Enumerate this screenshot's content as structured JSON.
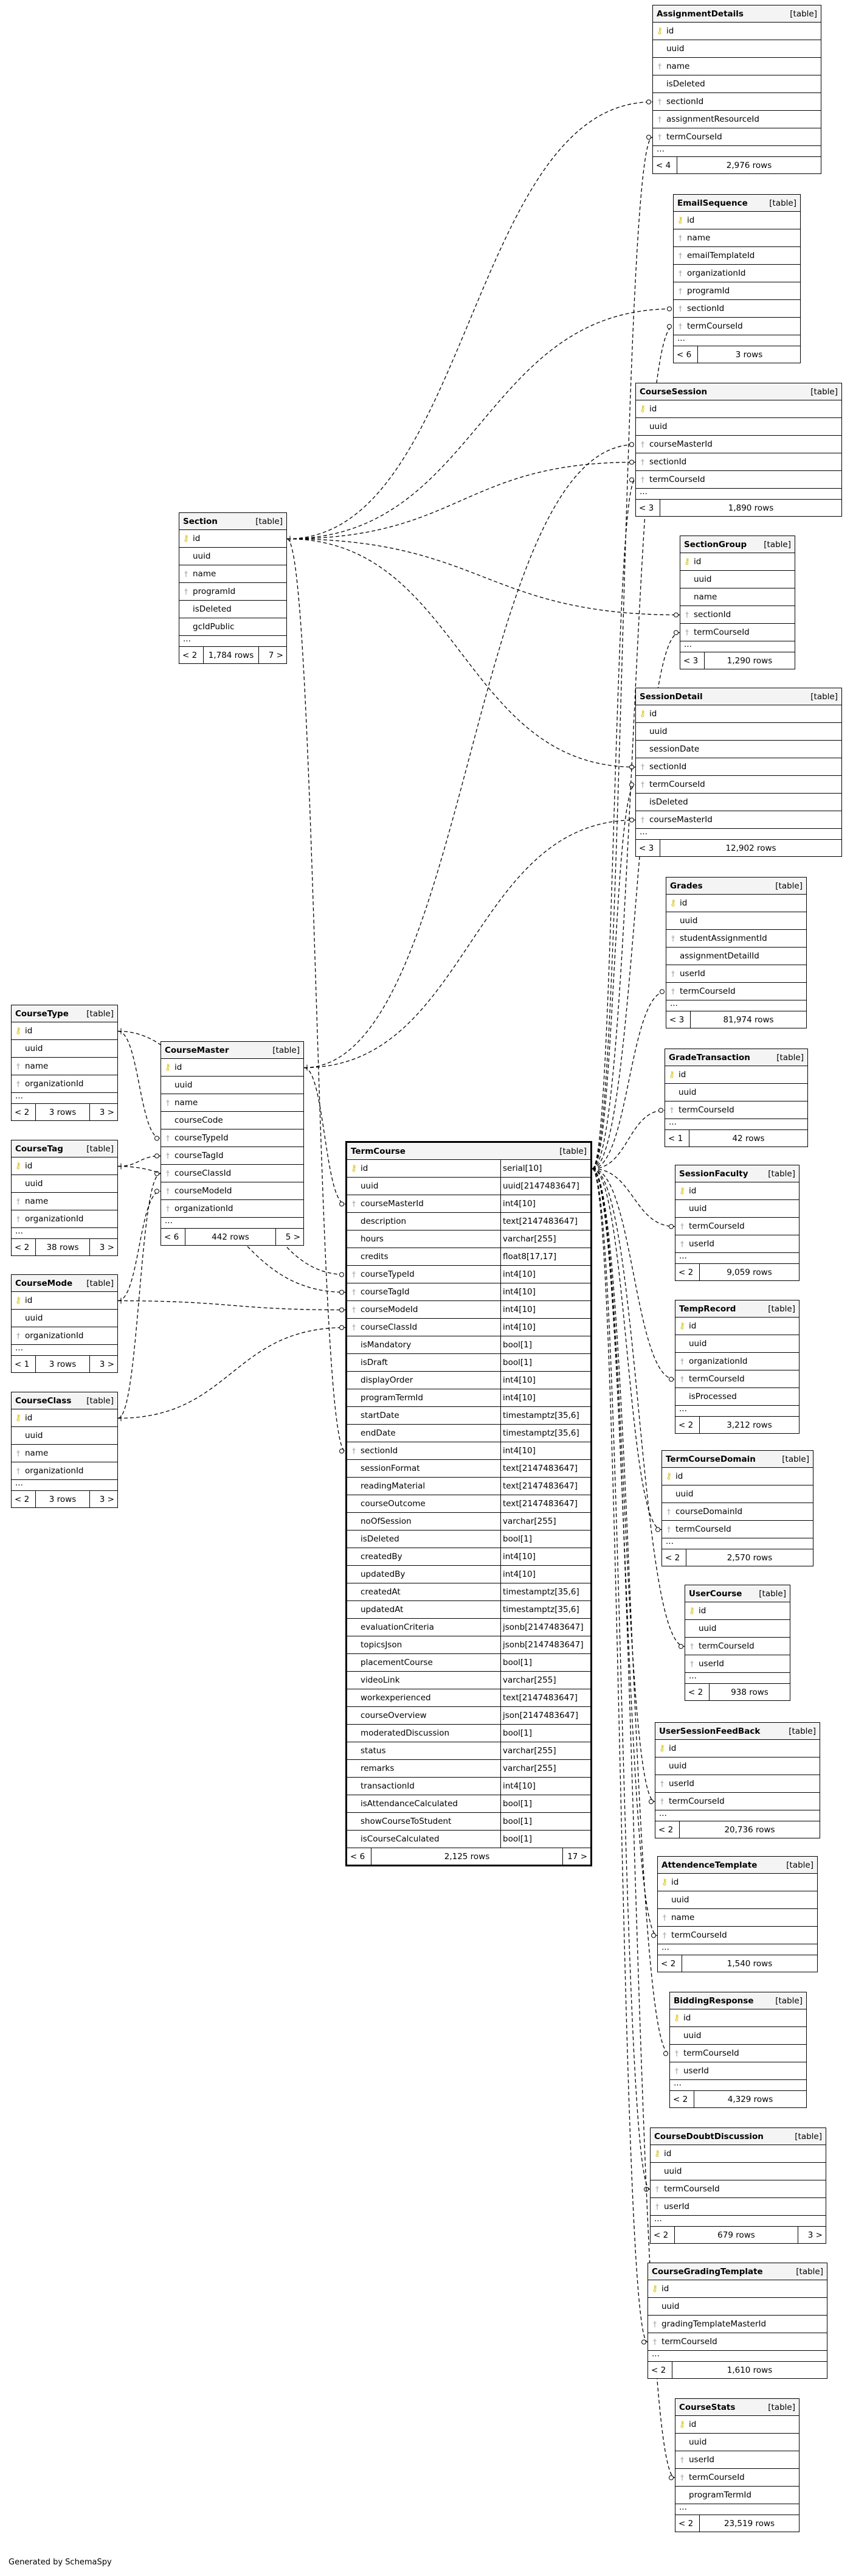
{
  "generated_by": "Generated by SchemaSpy",
  "ellipsis": "...",
  "tables": [
    {
      "id": "AssignmentDetails",
      "name": "AssignmentDetails",
      "kind": "[table]",
      "cols": [
        {
          "n": "id",
          "k": "pk"
        },
        {
          "n": "uuid",
          "k": ""
        },
        {
          "n": "name",
          "k": "fk"
        },
        {
          "n": "isDeleted",
          "k": ""
        },
        {
          "n": "sectionId",
          "k": "fk"
        },
        {
          "n": "assignmentResourceId",
          "k": "fk"
        },
        {
          "n": "termCourseId",
          "k": "fk"
        }
      ],
      "footer": {
        "left": "< 4",
        "rows": "2,976 rows",
        "right": ""
      }
    },
    {
      "id": "EmailSequence",
      "name": "EmailSequence",
      "kind": "[table]",
      "cols": [
        {
          "n": "id",
          "k": "pk"
        },
        {
          "n": "name",
          "k": "fk"
        },
        {
          "n": "emailTemplateId",
          "k": "fk"
        },
        {
          "n": "organizationId",
          "k": "fk"
        },
        {
          "n": "programId",
          "k": "fk"
        },
        {
          "n": "sectionId",
          "k": "fk"
        },
        {
          "n": "termCourseId",
          "k": "fk"
        }
      ],
      "footer": {
        "left": "< 6",
        "rows": "3 rows",
        "right": ""
      }
    },
    {
      "id": "CourseSession",
      "name": "CourseSession",
      "kind": "[table]",
      "cols": [
        {
          "n": "id",
          "k": "pk"
        },
        {
          "n": "uuid",
          "k": ""
        },
        {
          "n": "courseMasterId",
          "k": "fk"
        },
        {
          "n": "sectionId",
          "k": "fk"
        },
        {
          "n": "termCourseId",
          "k": "fk"
        }
      ],
      "footer": {
        "left": "< 3",
        "rows": "1,890 rows",
        "right": ""
      }
    },
    {
      "id": "SectionGroup",
      "name": "SectionGroup",
      "kind": "[table]",
      "cols": [
        {
          "n": "id",
          "k": "pk"
        },
        {
          "n": "uuid",
          "k": ""
        },
        {
          "n": "name",
          "k": ""
        },
        {
          "n": "sectionId",
          "k": "fk"
        },
        {
          "n": "termCourseId",
          "k": "fk"
        }
      ],
      "footer": {
        "left": "< 3",
        "rows": "1,290 rows",
        "right": ""
      }
    },
    {
      "id": "SessionDetail",
      "name": "SessionDetail",
      "kind": "[table]",
      "cols": [
        {
          "n": "id",
          "k": "pk"
        },
        {
          "n": "uuid",
          "k": ""
        },
        {
          "n": "sessionDate",
          "k": ""
        },
        {
          "n": "sectionId",
          "k": "fk"
        },
        {
          "n": "termCourseId",
          "k": "fk"
        },
        {
          "n": "isDeleted",
          "k": ""
        },
        {
          "n": "courseMasterId",
          "k": "fk"
        }
      ],
      "footer": {
        "left": "< 3",
        "rows": "12,902 rows",
        "right": ""
      }
    },
    {
      "id": "Grades",
      "name": "Grades",
      "kind": "[table]",
      "cols": [
        {
          "n": "id",
          "k": "pk"
        },
        {
          "n": "uuid",
          "k": ""
        },
        {
          "n": "studentAssignmentId",
          "k": "fk"
        },
        {
          "n": "assignmentDetailId",
          "k": ""
        },
        {
          "n": "userId",
          "k": "fk"
        },
        {
          "n": "termCourseId",
          "k": "fk"
        }
      ],
      "footer": {
        "left": "< 3",
        "rows": "81,974 rows",
        "right": ""
      }
    },
    {
      "id": "GradeTransaction",
      "name": "GradeTransaction",
      "kind": "[table]",
      "cols": [
        {
          "n": "id",
          "k": "pk"
        },
        {
          "n": "uuid",
          "k": ""
        },
        {
          "n": "termCourseId",
          "k": "fk"
        }
      ],
      "footer": {
        "left": "< 1",
        "rows": "42 rows",
        "right": ""
      }
    },
    {
      "id": "SessionFaculty",
      "name": "SessionFaculty",
      "kind": "[table]",
      "cols": [
        {
          "n": "id",
          "k": "pk"
        },
        {
          "n": "uuid",
          "k": ""
        },
        {
          "n": "termCourseId",
          "k": "fk"
        },
        {
          "n": "userId",
          "k": "fk"
        }
      ],
      "footer": {
        "left": "< 2",
        "rows": "9,059 rows",
        "right": ""
      }
    },
    {
      "id": "TempRecord",
      "name": "TempRecord",
      "kind": "[table]",
      "cols": [
        {
          "n": "id",
          "k": "pk"
        },
        {
          "n": "uuid",
          "k": ""
        },
        {
          "n": "organizationId",
          "k": "fk"
        },
        {
          "n": "termCourseId",
          "k": "fk"
        },
        {
          "n": "isProcessed",
          "k": ""
        }
      ],
      "footer": {
        "left": "< 2",
        "rows": "3,212 rows",
        "right": ""
      }
    },
    {
      "id": "TermCourseDomain",
      "name": "TermCourseDomain",
      "kind": "[table]",
      "cols": [
        {
          "n": "id",
          "k": "pk"
        },
        {
          "n": "uuid",
          "k": ""
        },
        {
          "n": "courseDomainId",
          "k": "fk"
        },
        {
          "n": "termCourseId",
          "k": "fk"
        }
      ],
      "footer": {
        "left": "< 2",
        "rows": "2,570 rows",
        "right": ""
      }
    },
    {
      "id": "UserCourse",
      "name": "UserCourse",
      "kind": "[table]",
      "cols": [
        {
          "n": "id",
          "k": "pk"
        },
        {
          "n": "uuid",
          "k": ""
        },
        {
          "n": "termCourseId",
          "k": "fk"
        },
        {
          "n": "userId",
          "k": "fk"
        }
      ],
      "footer": {
        "left": "< 2",
        "rows": "938 rows",
        "right": ""
      }
    },
    {
      "id": "UserSessionFeedBack",
      "name": "UserSessionFeedBack",
      "kind": "[table]",
      "cols": [
        {
          "n": "id",
          "k": "pk"
        },
        {
          "n": "uuid",
          "k": ""
        },
        {
          "n": "userId",
          "k": "fk"
        },
        {
          "n": "termCourseId",
          "k": "fk"
        }
      ],
      "footer": {
        "left": "< 2",
        "rows": "20,736 rows",
        "right": ""
      }
    },
    {
      "id": "AttendenceTemplate",
      "name": "AttendenceTemplate",
      "kind": "[table]",
      "cols": [
        {
          "n": "id",
          "k": "pk"
        },
        {
          "n": "uuid",
          "k": ""
        },
        {
          "n": "name",
          "k": "fk"
        },
        {
          "n": "termCourseId",
          "k": "fk"
        }
      ],
      "footer": {
        "left": "< 2",
        "rows": "1,540 rows",
        "right": ""
      }
    },
    {
      "id": "BiddingResponse",
      "name": "BiddingResponse",
      "kind": "[table]",
      "cols": [
        {
          "n": "id",
          "k": "pk"
        },
        {
          "n": "uuid",
          "k": ""
        },
        {
          "n": "termCourseId",
          "k": "fk"
        },
        {
          "n": "userId",
          "k": "fk"
        }
      ],
      "footer": {
        "left": "< 2",
        "rows": "4,329 rows",
        "right": ""
      }
    },
    {
      "id": "CourseDoubtDiscussion",
      "name": "CourseDoubtDiscussion",
      "kind": "[table]",
      "cols": [
        {
          "n": "id",
          "k": "pk"
        },
        {
          "n": "uuid",
          "k": ""
        },
        {
          "n": "termCourseId",
          "k": "fk"
        },
        {
          "n": "userId",
          "k": "fk"
        }
      ],
      "footer": {
        "left": "< 2",
        "rows": "679 rows",
        "right": "3 >"
      }
    },
    {
      "id": "CourseGradingTemplate",
      "name": "CourseGradingTemplate",
      "kind": "[table]",
      "cols": [
        {
          "n": "id",
          "k": "pk"
        },
        {
          "n": "uuid",
          "k": ""
        },
        {
          "n": "gradingTemplateMasterId",
          "k": "fk"
        },
        {
          "n": "termCourseId",
          "k": "fk"
        }
      ],
      "footer": {
        "left": "< 2",
        "rows": "1,610 rows",
        "right": ""
      }
    },
    {
      "id": "CourseStats",
      "name": "CourseStats",
      "kind": "[table]",
      "cols": [
        {
          "n": "id",
          "k": "pk"
        },
        {
          "n": "uuid",
          "k": ""
        },
        {
          "n": "userId",
          "k": "fk"
        },
        {
          "n": "termCourseId",
          "k": "fk"
        },
        {
          "n": "programTermId",
          "k": ""
        }
      ],
      "footer": {
        "left": "< 2",
        "rows": "23,519 rows",
        "right": ""
      }
    },
    {
      "id": "Section",
      "name": "Section",
      "kind": "[table]",
      "cols": [
        {
          "n": "id",
          "k": "pk"
        },
        {
          "n": "uuid",
          "k": ""
        },
        {
          "n": "name",
          "k": "fk"
        },
        {
          "n": "programId",
          "k": "fk"
        },
        {
          "n": "isDeleted",
          "k": ""
        },
        {
          "n": "gcIdPublic",
          "k": ""
        }
      ],
      "footer": {
        "left": "< 2",
        "rows": "1,784 rows",
        "right": "7 >"
      }
    },
    {
      "id": "CourseType",
      "name": "CourseType",
      "kind": "[table]",
      "cols": [
        {
          "n": "id",
          "k": "pk"
        },
        {
          "n": "uuid",
          "k": ""
        },
        {
          "n": "name",
          "k": "fk"
        },
        {
          "n": "organizationId",
          "k": "fk"
        }
      ],
      "footer": {
        "left": "< 2",
        "rows": "3 rows",
        "right": "3 >"
      }
    },
    {
      "id": "CourseTag",
      "name": "CourseTag",
      "kind": "[table]",
      "cols": [
        {
          "n": "id",
          "k": "pk"
        },
        {
          "n": "uuid",
          "k": ""
        },
        {
          "n": "name",
          "k": "fk"
        },
        {
          "n": "organizationId",
          "k": "fk"
        }
      ],
      "footer": {
        "left": "< 2",
        "rows": "38 rows",
        "right": "3 >"
      }
    },
    {
      "id": "CourseMode",
      "name": "CourseMode",
      "kind": "[table]",
      "cols": [
        {
          "n": "id",
          "k": "pk"
        },
        {
          "n": "uuid",
          "k": ""
        },
        {
          "n": "organizationId",
          "k": "fk"
        }
      ],
      "footer": {
        "left": "< 1",
        "rows": "3 rows",
        "right": "3 >"
      }
    },
    {
      "id": "CourseClass",
      "name": "CourseClass",
      "kind": "[table]",
      "cols": [
        {
          "n": "id",
          "k": "pk"
        },
        {
          "n": "uuid",
          "k": ""
        },
        {
          "n": "name",
          "k": "fk"
        },
        {
          "n": "organizationId",
          "k": "fk"
        }
      ],
      "footer": {
        "left": "< 2",
        "rows": "3 rows",
        "right": "3 >"
      }
    },
    {
      "id": "CourseMaster",
      "name": "CourseMaster",
      "kind": "[table]",
      "cols": [
        {
          "n": "id",
          "k": "pk"
        },
        {
          "n": "uuid",
          "k": ""
        },
        {
          "n": "name",
          "k": "fk"
        },
        {
          "n": "courseCode",
          "k": ""
        },
        {
          "n": "courseTypeId",
          "k": "fk"
        },
        {
          "n": "courseTagId",
          "k": "fk"
        },
        {
          "n": "courseClassId",
          "k": "fk"
        },
        {
          "n": "courseModeId",
          "k": "fk"
        },
        {
          "n": "organizationId",
          "k": "fk"
        }
      ],
      "footer": {
        "left": "< 6",
        "rows": "442 rows",
        "right": "5 >"
      }
    },
    {
      "id": "TermCourse",
      "name": "TermCourse",
      "kind": "[table]",
      "cols": [
        {
          "n": "id",
          "k": "pk",
          "t": "serial[10]"
        },
        {
          "n": "uuid",
          "k": "",
          "t": "uuid[2147483647]"
        },
        {
          "n": "courseMasterId",
          "k": "fk",
          "t": "int4[10]"
        },
        {
          "n": "description",
          "k": "",
          "t": "text[2147483647]"
        },
        {
          "n": "hours",
          "k": "",
          "t": "varchar[255]"
        },
        {
          "n": "credits",
          "k": "",
          "t": "float8[17,17]"
        },
        {
          "n": "courseTypeId",
          "k": "fk",
          "t": "int4[10]"
        },
        {
          "n": "courseTagId",
          "k": "fk",
          "t": "int4[10]"
        },
        {
          "n": "courseModeId",
          "k": "fk",
          "t": "int4[10]"
        },
        {
          "n": "courseClassId",
          "k": "fk",
          "t": "int4[10]"
        },
        {
          "n": "isMandatory",
          "k": "",
          "t": "bool[1]"
        },
        {
          "n": "isDraft",
          "k": "",
          "t": "bool[1]"
        },
        {
          "n": "displayOrder",
          "k": "",
          "t": "int4[10]"
        },
        {
          "n": "programTermId",
          "k": "",
          "t": "int4[10]"
        },
        {
          "n": "startDate",
          "k": "",
          "t": "timestamptz[35,6]"
        },
        {
          "n": "endDate",
          "k": "",
          "t": "timestamptz[35,6]"
        },
        {
          "n": "sectionId",
          "k": "fk",
          "t": "int4[10]"
        },
        {
          "n": "sessionFormat",
          "k": "",
          "t": "text[2147483647]"
        },
        {
          "n": "readingMaterial",
          "k": "",
          "t": "text[2147483647]"
        },
        {
          "n": "courseOutcome",
          "k": "",
          "t": "text[2147483647]"
        },
        {
          "n": "noOfSession",
          "k": "",
          "t": "varchar[255]"
        },
        {
          "n": "isDeleted",
          "k": "",
          "t": "bool[1]"
        },
        {
          "n": "createdBy",
          "k": "",
          "t": "int4[10]"
        },
        {
          "n": "updatedBy",
          "k": "",
          "t": "int4[10]"
        },
        {
          "n": "createdAt",
          "k": "",
          "t": "timestamptz[35,6]"
        },
        {
          "n": "updatedAt",
          "k": "",
          "t": "timestamptz[35,6]"
        },
        {
          "n": "evaluationCriteria",
          "k": "",
          "t": "jsonb[2147483647]"
        },
        {
          "n": "topicsJson",
          "k": "",
          "t": "jsonb[2147483647]"
        },
        {
          "n": "placementCourse",
          "k": "",
          "t": "bool[1]"
        },
        {
          "n": "videoLink",
          "k": "",
          "t": "varchar[255]"
        },
        {
          "n": "workexperienced",
          "k": "",
          "t": "text[2147483647]"
        },
        {
          "n": "courseOverview",
          "k": "",
          "t": "json[2147483647]"
        },
        {
          "n": "moderatedDiscussion",
          "k": "",
          "t": "bool[1]"
        },
        {
          "n": "status",
          "k": "",
          "t": "varchar[255]"
        },
        {
          "n": "remarks",
          "k": "",
          "t": "varchar[255]"
        },
        {
          "n": "transactionId",
          "k": "",
          "t": "int4[10]"
        },
        {
          "n": "isAttendanceCalculated",
          "k": "",
          "t": "bool[1]"
        },
        {
          "n": "showCourseToStudent",
          "k": "",
          "t": "bool[1]"
        },
        {
          "n": "isCourseCalculated",
          "k": "",
          "t": "bool[1]"
        }
      ],
      "footer": {
        "left": "< 6",
        "rows": "2,125 rows",
        "right": "17 >"
      }
    }
  ]
}
